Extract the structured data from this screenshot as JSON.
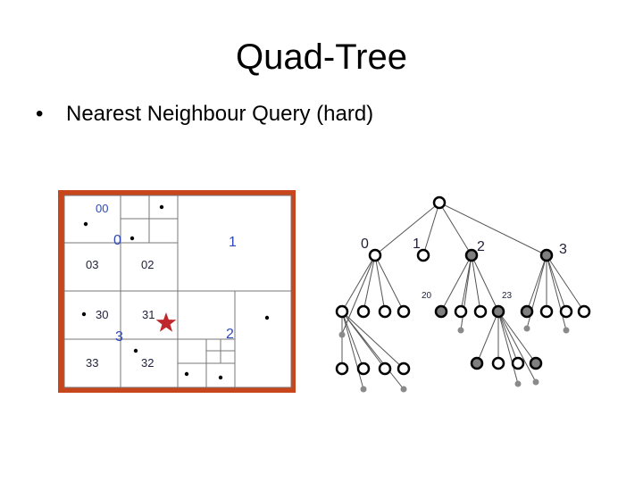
{
  "title": "Quad-Tree",
  "bullet": {
    "symbol": "•",
    "text": "Nearest Neighbour Query  (hard)"
  },
  "colors": {
    "frame": "#c8461c",
    "labels": "#2f49b7",
    "query_star": "#c0272d",
    "filled_node": "#7f7f7f",
    "leaf_point": "#8a8a8a"
  },
  "quadrant_labels": {
    "q00": "00",
    "q0": "0",
    "q1": "1",
    "q03": "03",
    "q02": "02",
    "q30": "30",
    "q31": "31",
    "q3": "3",
    "q2": "2",
    "q33": "33",
    "q32": "32"
  },
  "tree_labels": {
    "c0": "0",
    "c1": "1",
    "c2": "2",
    "c3": "3",
    "n20": "20",
    "n23": "23"
  },
  "icons": {
    "query_point": "star-icon"
  }
}
